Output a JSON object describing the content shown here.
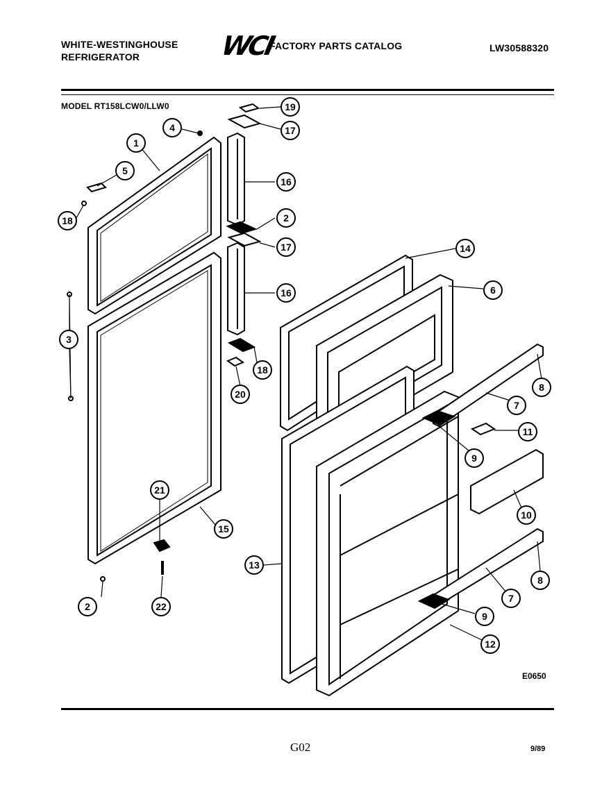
{
  "header": {
    "brand_line1": "WHITE-WESTINGHOUSE",
    "brand_line2": "REFRIGERATOR",
    "logo": "WCI",
    "catalog_title": "FACTORY PARTS CATALOG",
    "part_number": "LW30588320",
    "model": "MODEL RT158LCW0/LLW0"
  },
  "diagram": {
    "callouts": [
      "19",
      "17",
      "4",
      "1",
      "16",
      "5",
      "18",
      "2",
      "17",
      "14",
      "16",
      "6",
      "3",
      "18",
      "20",
      "8",
      "7",
      "11",
      "9",
      "21",
      "10",
      "15",
      "13",
      "8",
      "7",
      "9",
      "2",
      "22",
      "12"
    ]
  },
  "footer": {
    "diagram_id": "E0650",
    "page_code": "G02",
    "date": "9/89"
  }
}
